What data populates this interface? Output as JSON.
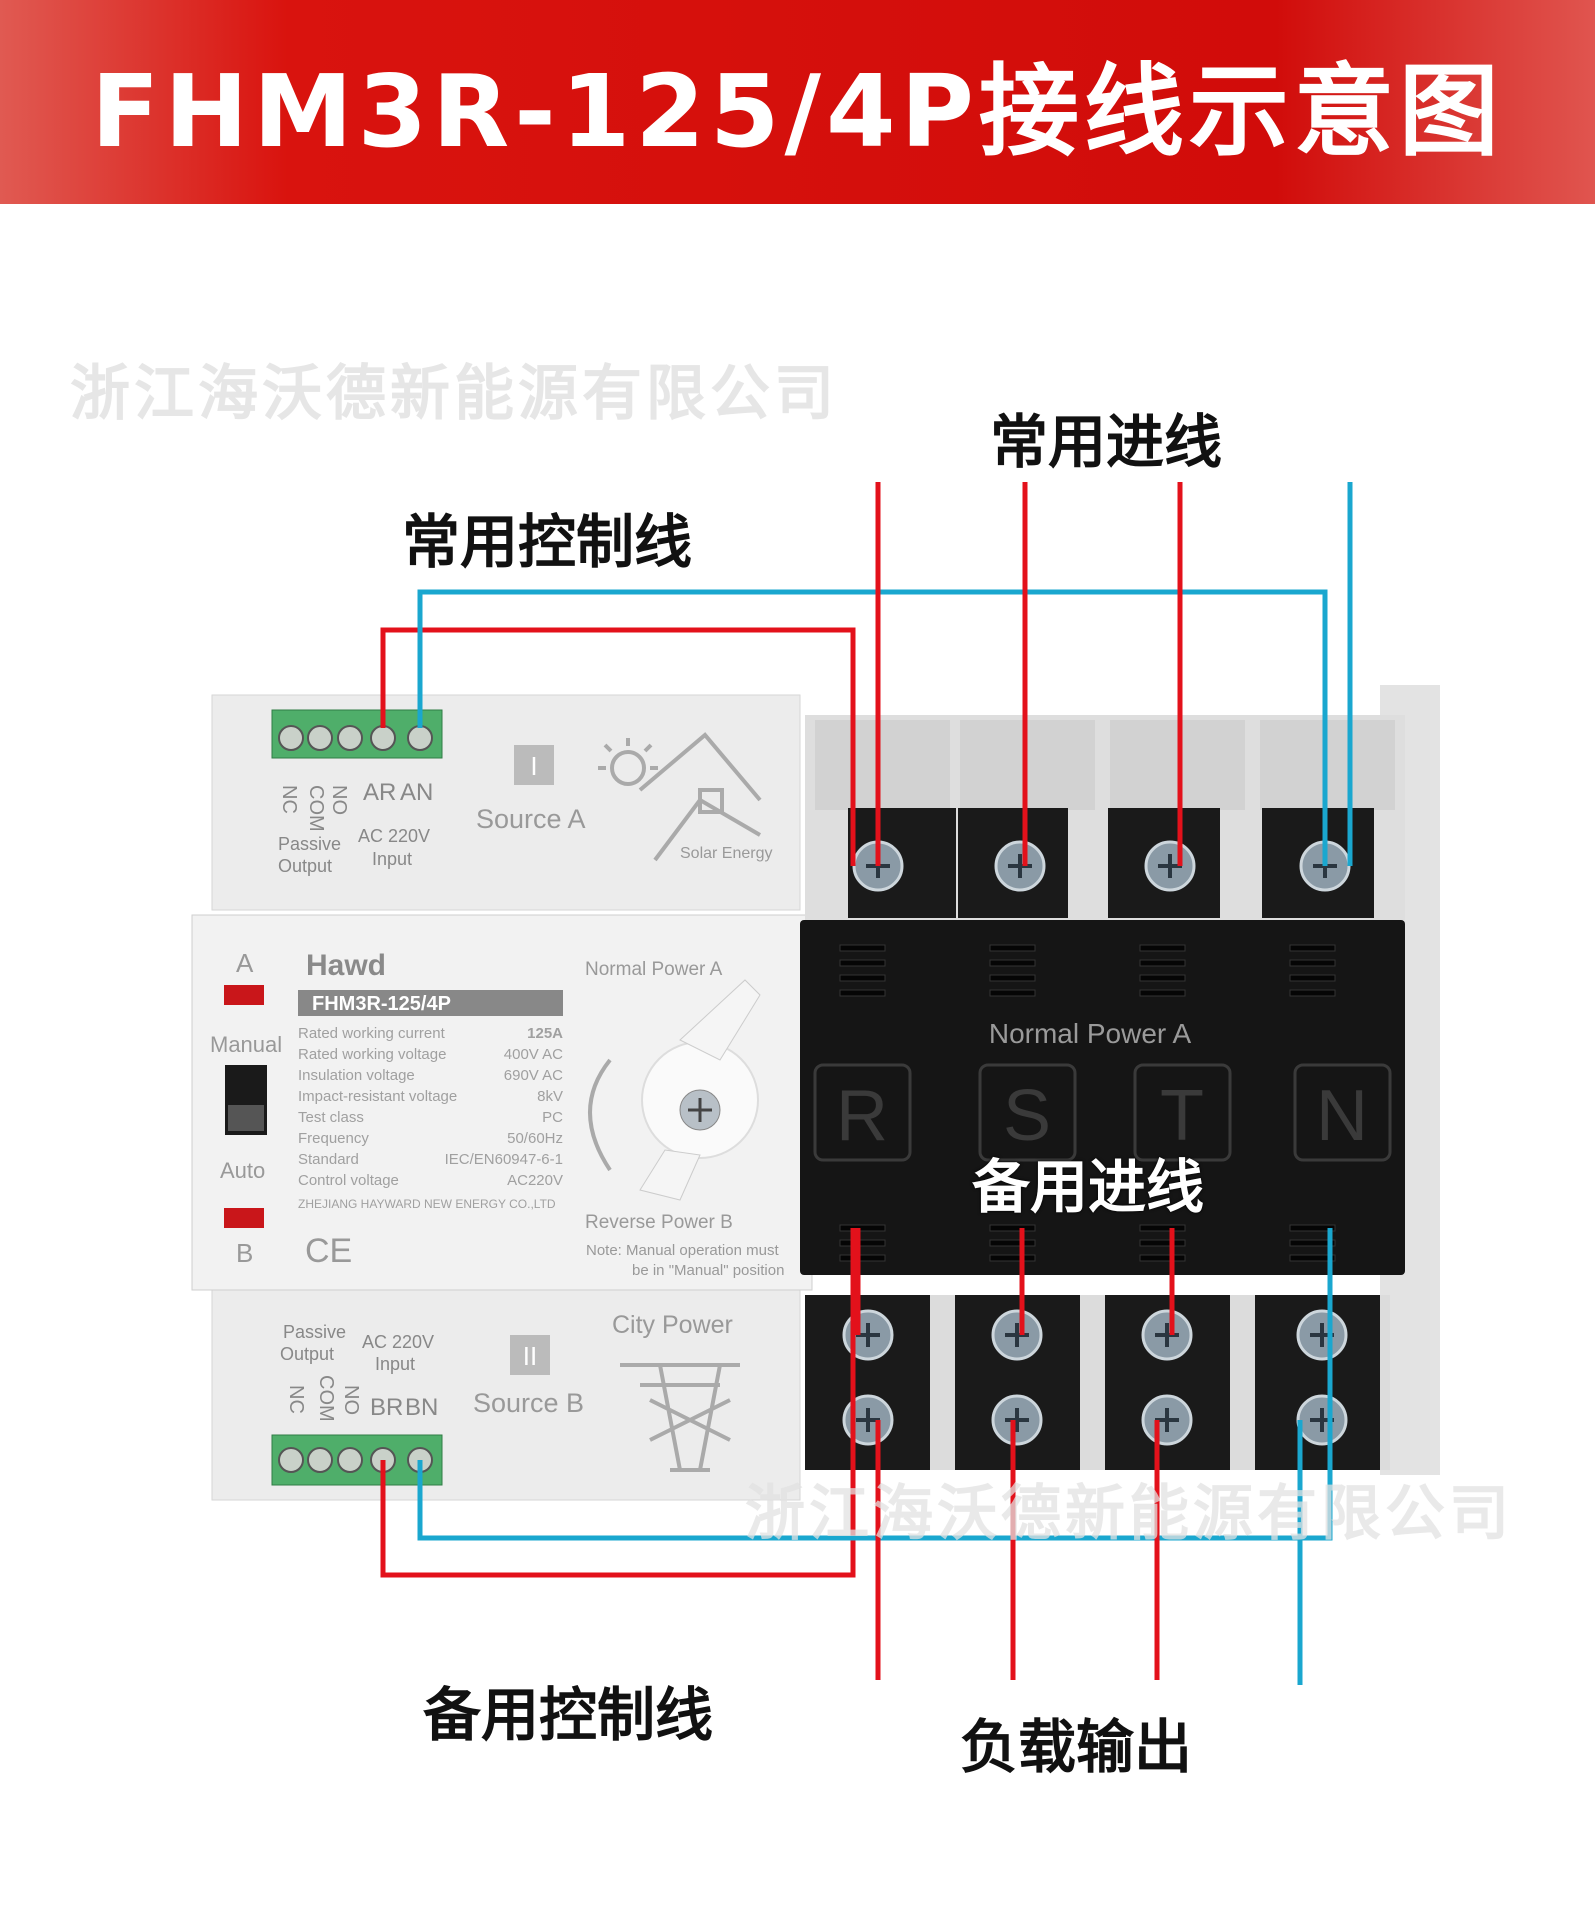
{
  "header": {
    "title": "FHM3R-125/4P接线示意图"
  },
  "watermark": {
    "text": "浙江海沃德新能源有限公司"
  },
  "callouts": {
    "normal_incoming": "常用进线",
    "normal_control": "常用控制线",
    "backup_incoming": "备用进线",
    "backup_control": "备用控制线",
    "load_output": "负载输出"
  },
  "device": {
    "brand": "Hawd",
    "model": "FHM3R-125/4P",
    "indicator_a": "A",
    "indicator_b": "B",
    "mode_manual": "Manual",
    "mode_auto": "Auto",
    "ce_mark": "CE",
    "specs": [
      {
        "label": "Rated working current",
        "value": "125A"
      },
      {
        "label": "Rated working voltage",
        "value": "400V AC"
      },
      {
        "label": "Insulation voltage",
        "value": "690V AC"
      },
      {
        "label": "Impact-resistant voltage",
        "value": "8kV"
      },
      {
        "label": "Test class",
        "value": "PC"
      },
      {
        "label": "Frequency",
        "value": "50/60Hz"
      },
      {
        "label": "Standard",
        "value": "IEC/EN60947-6-1"
      },
      {
        "label": "Control voltage",
        "value": "AC220V"
      }
    ],
    "manufacturer": "ZHEJIANG HAYWARD NEW ENERGY CO.,LTD",
    "normal_power_label": "Normal Power A",
    "reverse_power_label": "Reverse Power B",
    "note": "Note: Manual operation must",
    "note2": "be in \"Manual\" position",
    "top_module": {
      "terminals": [
        "NC",
        "COM",
        "NO",
        "AR",
        "AN"
      ],
      "group_left": "Passive",
      "group_left2": "Output",
      "group_right": "AC 220V",
      "group_right2": "Input",
      "source_num": "I",
      "source": "Source A",
      "icon_caption": "Solar Energy"
    },
    "bottom_module": {
      "terminals": [
        "NC",
        "COM",
        "NO",
        "BR",
        "BN"
      ],
      "group_left": "Passive",
      "group_left2": "Output",
      "group_right": "AC 220V",
      "group_right2": "Input",
      "source_num": "II",
      "source": "Source B",
      "title": "City Power"
    },
    "power_block": {
      "title": "Normal Power A",
      "phases": [
        "R",
        "S",
        "T",
        "N"
      ]
    }
  },
  "colors": {
    "live_wire": "#e3111b",
    "neutral_wire": "#1aa7cf",
    "banner": "#d10c0a"
  }
}
